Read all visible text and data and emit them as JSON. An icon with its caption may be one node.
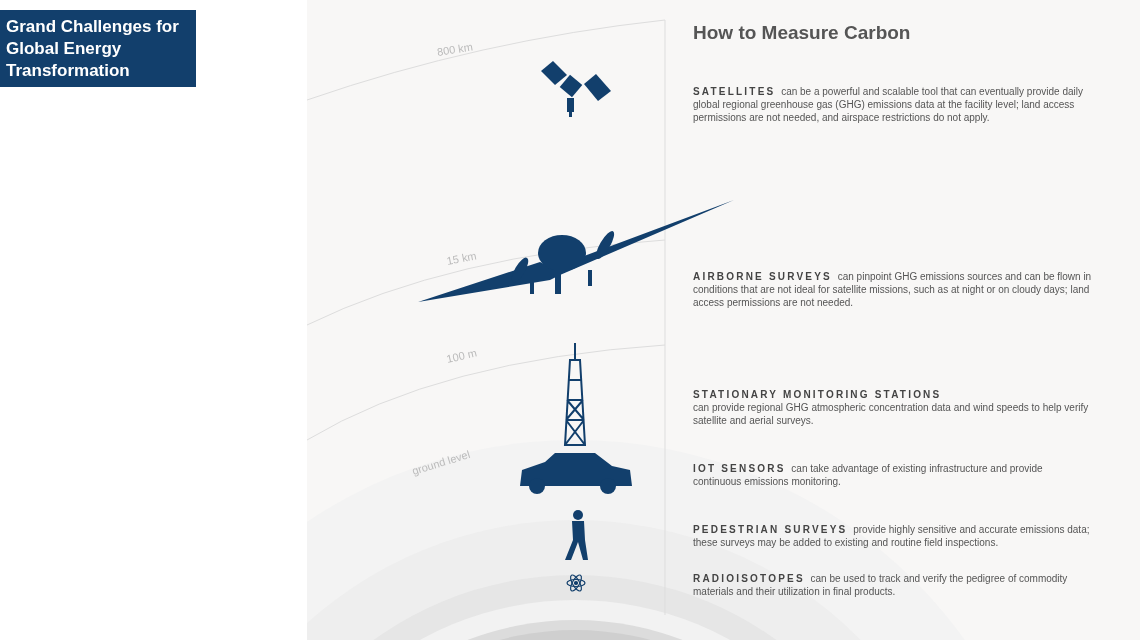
{
  "diagram": {
    "title": "Grand Challenges for Global Energy Transformation",
    "labels": [
      "How to Measure Carbon",
      "800 km",
      "**SATELLITES** can be a powerful and scalable tool that can eventually provide daily global regional greenhouse gas (GHG) emissions data at the facility level; land access permissions are not needed, and airspace restrictions do not apply.",
      "15 km",
      "**AIRBORNE SURVEYS** can pinpoint GHG emissions sources and can be flown in conditions that are not ideal for satellite missions, such as at night or on cloudy days; land access permissions are not needed.",
      "100 m",
      "**STATIONARY MONITORING STATIONS** can provide regional GHG atmospheric concentration data and wind speeds to help verify satellite and aerial surveys.",
      "ground level",
      "**IOT SENSORS** can take advantage of existing infrastructure and provide continuous emissions monitoring.",
      "**PEDESTRIAN SURVEYS** provide highly sensitive and accurate emissions data; these surveys may be added to existing and routine field inspections.",
      "**RADIOISOTOPES** can be used to track and verify the pedigree of commodity materials and their utilization in final products."
    ]
  }
}
